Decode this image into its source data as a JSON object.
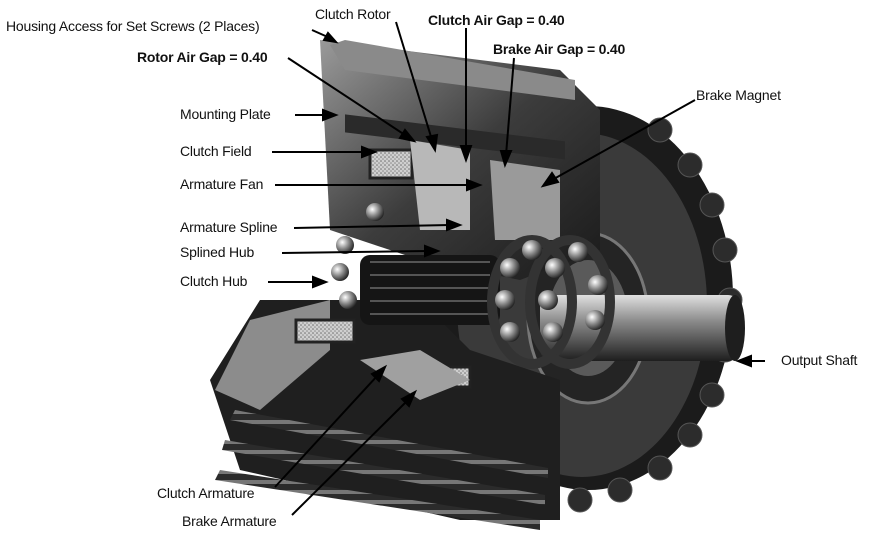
{
  "labels": {
    "housing_access": "Housing Access for Set Screws (2 Places)",
    "clutch_rotor": "Clutch Rotor",
    "clutch_air_gap": "Clutch Air Gap = 0.40",
    "rotor_air_gap": "Rotor Air Gap = 0.40",
    "brake_air_gap": "Brake Air Gap = 0.40",
    "brake_magnet": "Brake Magnet",
    "mounting_plate": "Mounting Plate",
    "clutch_field": "Clutch Field",
    "armature_fan": "Armature Fan",
    "armature_spline": "Armature Spline",
    "splined_hub": "Splined Hub",
    "clutch_hub": "Clutch Hub",
    "output_shaft": "Output Shaft",
    "clutch_armature": "Clutch Armature",
    "brake_armature": "Brake Armature"
  },
  "colors": {
    "text": "#111111",
    "housing_dark": "#2a2a2a",
    "housing_mid": "#6b6b6b",
    "housing_light": "#bdbdbd",
    "leader": "#000000"
  }
}
